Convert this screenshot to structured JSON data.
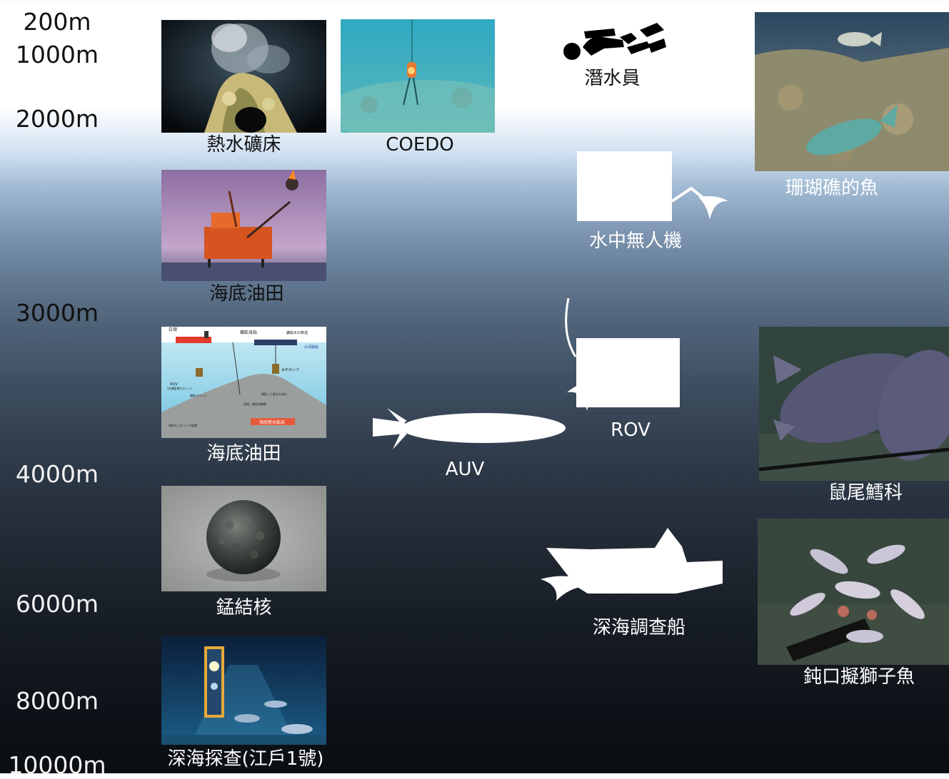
{
  "depths": {
    "d200": "200m",
    "d1000": "1000m",
    "d2000": "2000m",
    "d3000": "3000m",
    "d4000": "4000m",
    "d6000": "6000m",
    "d8000": "8000m",
    "d10000": "10000m"
  },
  "captions": {
    "hydrothermal": "熱水礦床",
    "coedo": "COEDO",
    "oilfield1": "海底油田",
    "oilfield2": "海底油田",
    "nodule": "錳結核",
    "edokko": "深海探查(江戶1號)",
    "diver": "潛水員",
    "drone": "水中無人機",
    "rov": "ROV",
    "auv": "AUV",
    "submersible": "深海調查船",
    "reef_fish": "珊瑚礁的魚",
    "grenadier": "鼠尾鱈科",
    "snailfish": "鈍口擬獅子魚"
  },
  "diagram_labels": {
    "top_left": "白嶺",
    "top_center": "鑛鉱母船",
    "top_right": "鑛鉱水の移送",
    "right": "水深搬船",
    "pump": "水中ポンプ",
    "rov": "ROV",
    "rov_sub": "(作業監視ロボット)",
    "point": "鑛鉱ポイント",
    "route": "揚鉱した鉱石の流れ",
    "mining": "採掘・集鉱試験機",
    "monitor": "環境モニタリング装置",
    "deposit": "海底熱水鉱床"
  },
  "colors": {
    "white_shape": "#ffffff",
    "deep": "#0b0e12"
  }
}
